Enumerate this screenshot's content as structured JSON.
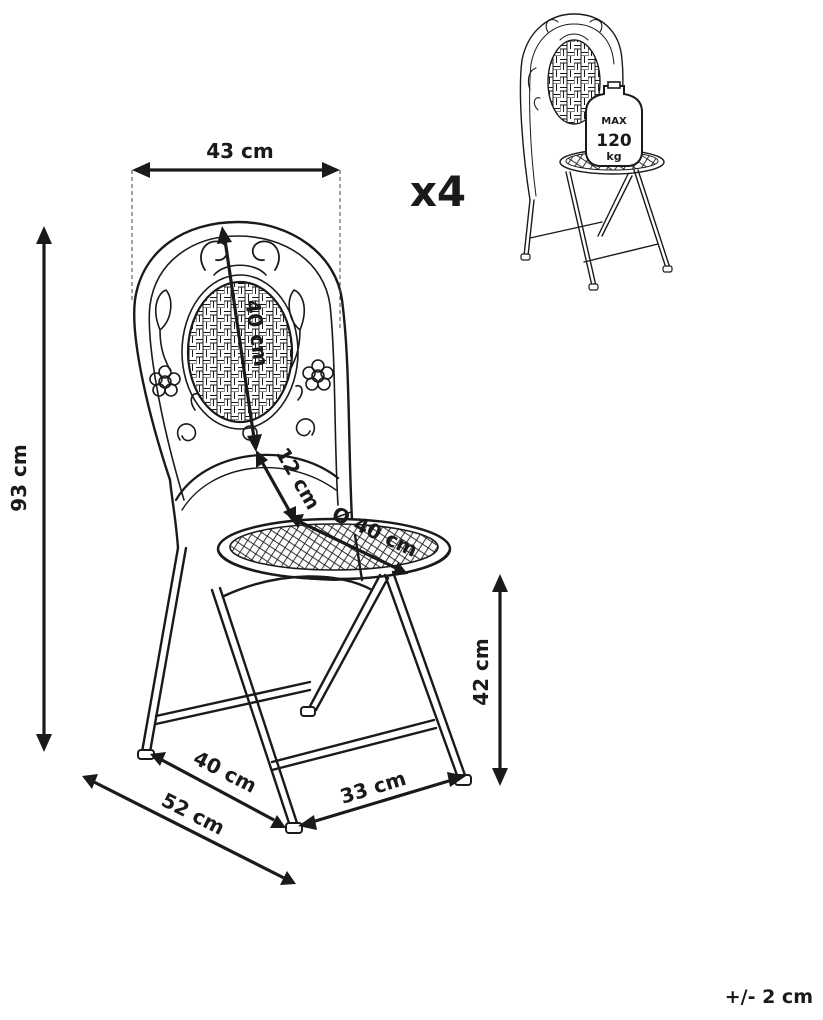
{
  "dimensions": {
    "width": "43 cm",
    "height": "93 cm",
    "backrest": "40 cm",
    "backrest_gap": "12 cm",
    "seat_diameter": "Ø 40 cm",
    "seat_height": "42 cm",
    "depth_inner": "40 cm",
    "depth_outer": "52 cm",
    "side": "33 cm"
  },
  "quantity": "x4",
  "max_load": {
    "label": "MAX",
    "value": "120",
    "unit": "kg"
  },
  "tolerance": "+/- 2 cm"
}
